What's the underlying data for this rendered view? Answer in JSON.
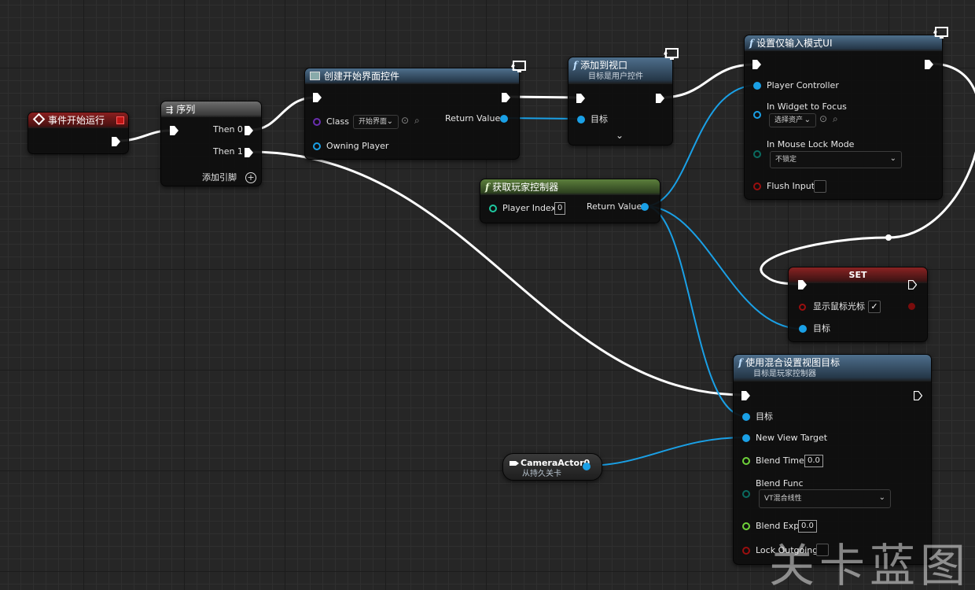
{
  "nodes": {
    "begin_play": {
      "title": "事件开始运行"
    },
    "sequence": {
      "title": "序列",
      "then0": "Then 0",
      "then1": "Then 1",
      "add_pin": "添加引脚"
    },
    "create_widget": {
      "title": "创建开始界面控件",
      "class_label": "Class",
      "class_value": "开始界面",
      "owning_player": "Owning Player",
      "return_value": "Return Value"
    },
    "add_viewport": {
      "title": "添加到视口",
      "subtitle": "目标是用户控件",
      "target": "目标"
    },
    "set_input_mode": {
      "title": "设置仅输入模式UI",
      "player_controller": "Player Controller",
      "widget_focus": "In Widget to Focus",
      "widget_focus_value": "选择资产",
      "mouse_lock": "In Mouse Lock Mode",
      "mouse_lock_value": "不锁定",
      "flush_input": "Flush Input"
    },
    "get_player_controller": {
      "title": "获取玩家控制器",
      "player_index": "Player Index",
      "player_index_value": "0",
      "return_value": "Return Value"
    },
    "set_node": {
      "title": "SET",
      "show_cursor": "显示鼠标光标",
      "show_cursor_checked": true,
      "target": "目标"
    },
    "set_view_target": {
      "title": "使用混合设置视图目标",
      "subtitle": "目标是玩家控制器",
      "target": "目标",
      "new_view_target": "New View Target",
      "blend_time": "Blend Time",
      "blend_time_value": "0.0",
      "blend_func": "Blend Func",
      "blend_func_value": "VT混合线性",
      "blend_exp": "Blend Exp",
      "blend_exp_value": "0.0",
      "lock_outgoing": "Lock Outgoing"
    },
    "camera_actor": {
      "title": "CameraActor0",
      "subtitle": "从持久关卡"
    }
  },
  "watermark": "关卡蓝图",
  "colors": {
    "exec": "#ffffff",
    "object": "#1aa0e6",
    "class": "#6a2fb0",
    "int": "#1ec8a0",
    "float": "#6fd23a",
    "bool": "#9a0f0f",
    "byte": "#0a6b60"
  }
}
